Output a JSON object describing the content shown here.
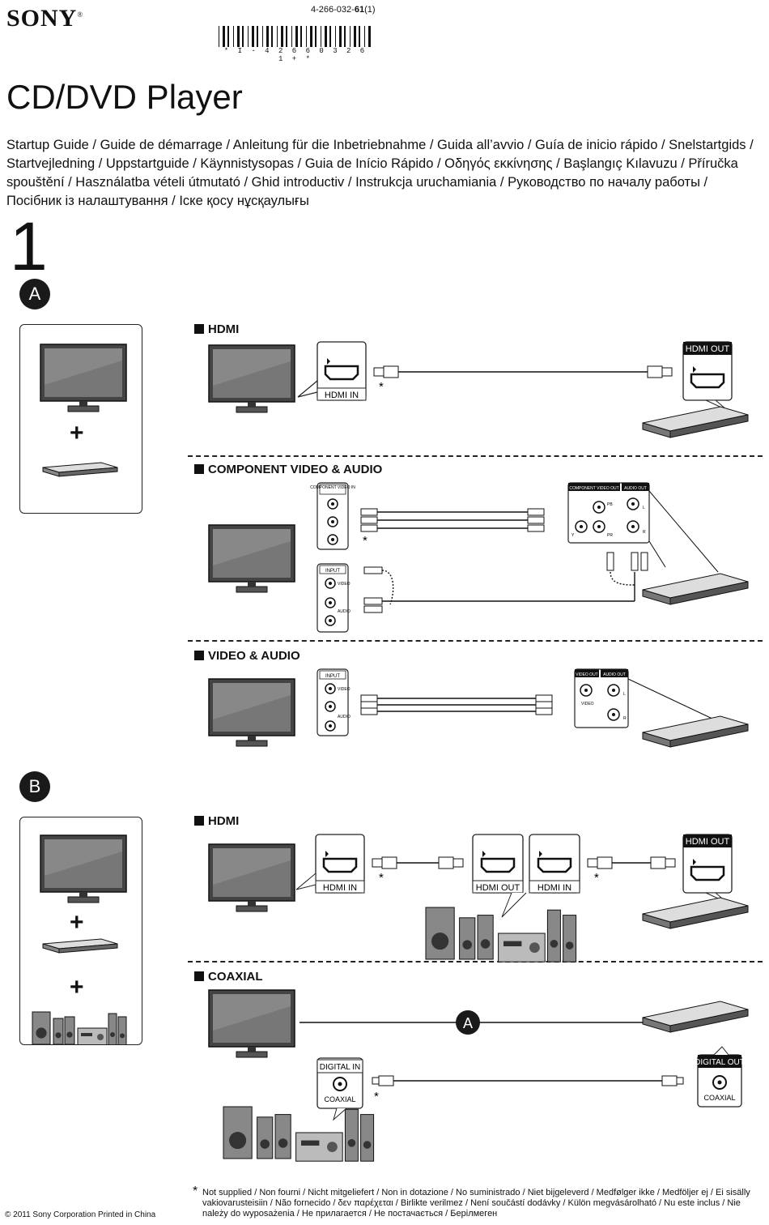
{
  "header": {
    "brand": "SONY",
    "brand_mark": "®",
    "part_number_prefix": "4-266-032-",
    "part_number_bold": "61",
    "part_number_suffix": "(1)",
    "barcode_text": "* I - 4 2 6 6 0 3 2 6 1 + *"
  },
  "title": "CD/DVD Player",
  "guides_line": "Startup Guide / Guide de démarrage / Anleitung für die Inbetriebnahme / Guida all’avvio / Guía de inicio rápido / Snelstartgids / Startvejledning / Uppstartguide / Käynnistysopas / Guia de Início Rápido / Οδηγός εκκίνησης / Başlangıç Kılavuzu / Příručka spouštění / Használatba vételi útmutató / Ghid introductiv / Instrukcja uruchamiania / Руководство по началу работы / Посібник із налаштування / Іске қосу нұсқаулығы",
  "step_number": "1",
  "sections": {
    "a_label": "A",
    "b_label": "B",
    "a_hdmi": "HDMI",
    "a_component": "COMPONENT VIDEO & AUDIO",
    "a_video": "VIDEO & AUDIO",
    "b_hdmi": "HDMI",
    "b_coaxial": "COAXIAL",
    "plus": "+"
  },
  "labels": {
    "hdmi_in": "HDMI IN",
    "hdmi_out": "HDMI OUT",
    "component_video_in": "COMPONENT VIDEO IN",
    "component_video_out": "COMPONENT VIDEO OUT",
    "audio_out": "AUDIO OUT",
    "video_out": "VIDEO OUT",
    "input": "INPUT",
    "video": "VIDEO",
    "audio": "AUDIO",
    "y": "Y",
    "pb": "PB",
    "pr": "PR",
    "l": "L",
    "r": "R",
    "digital_in": "DIGITAL IN",
    "digital_out": "DIGITAL OUT",
    "coaxial": "COAXIAL",
    "star": "*",
    "circle_a": "A"
  },
  "footnote": {
    "star": "*",
    "text": "Not supplied / Non fourni / Nicht mitgeliefert / Non in dotazione / No suministrado / Niet bijgeleverd / Medfølger ikke / Medföljer ej / Ei sisälly vakiovarusteisiin / Não fornecido / δεν παρέχεται / Birlikte verilmez / Není součástí dodávky / Külön megvásárolható / Nu este inclus / Nie należy do wyposażenia / Не прилагается / Не постачається / Берілмеген"
  },
  "copyright": "© 2011 Sony Corporation Printed in China"
}
